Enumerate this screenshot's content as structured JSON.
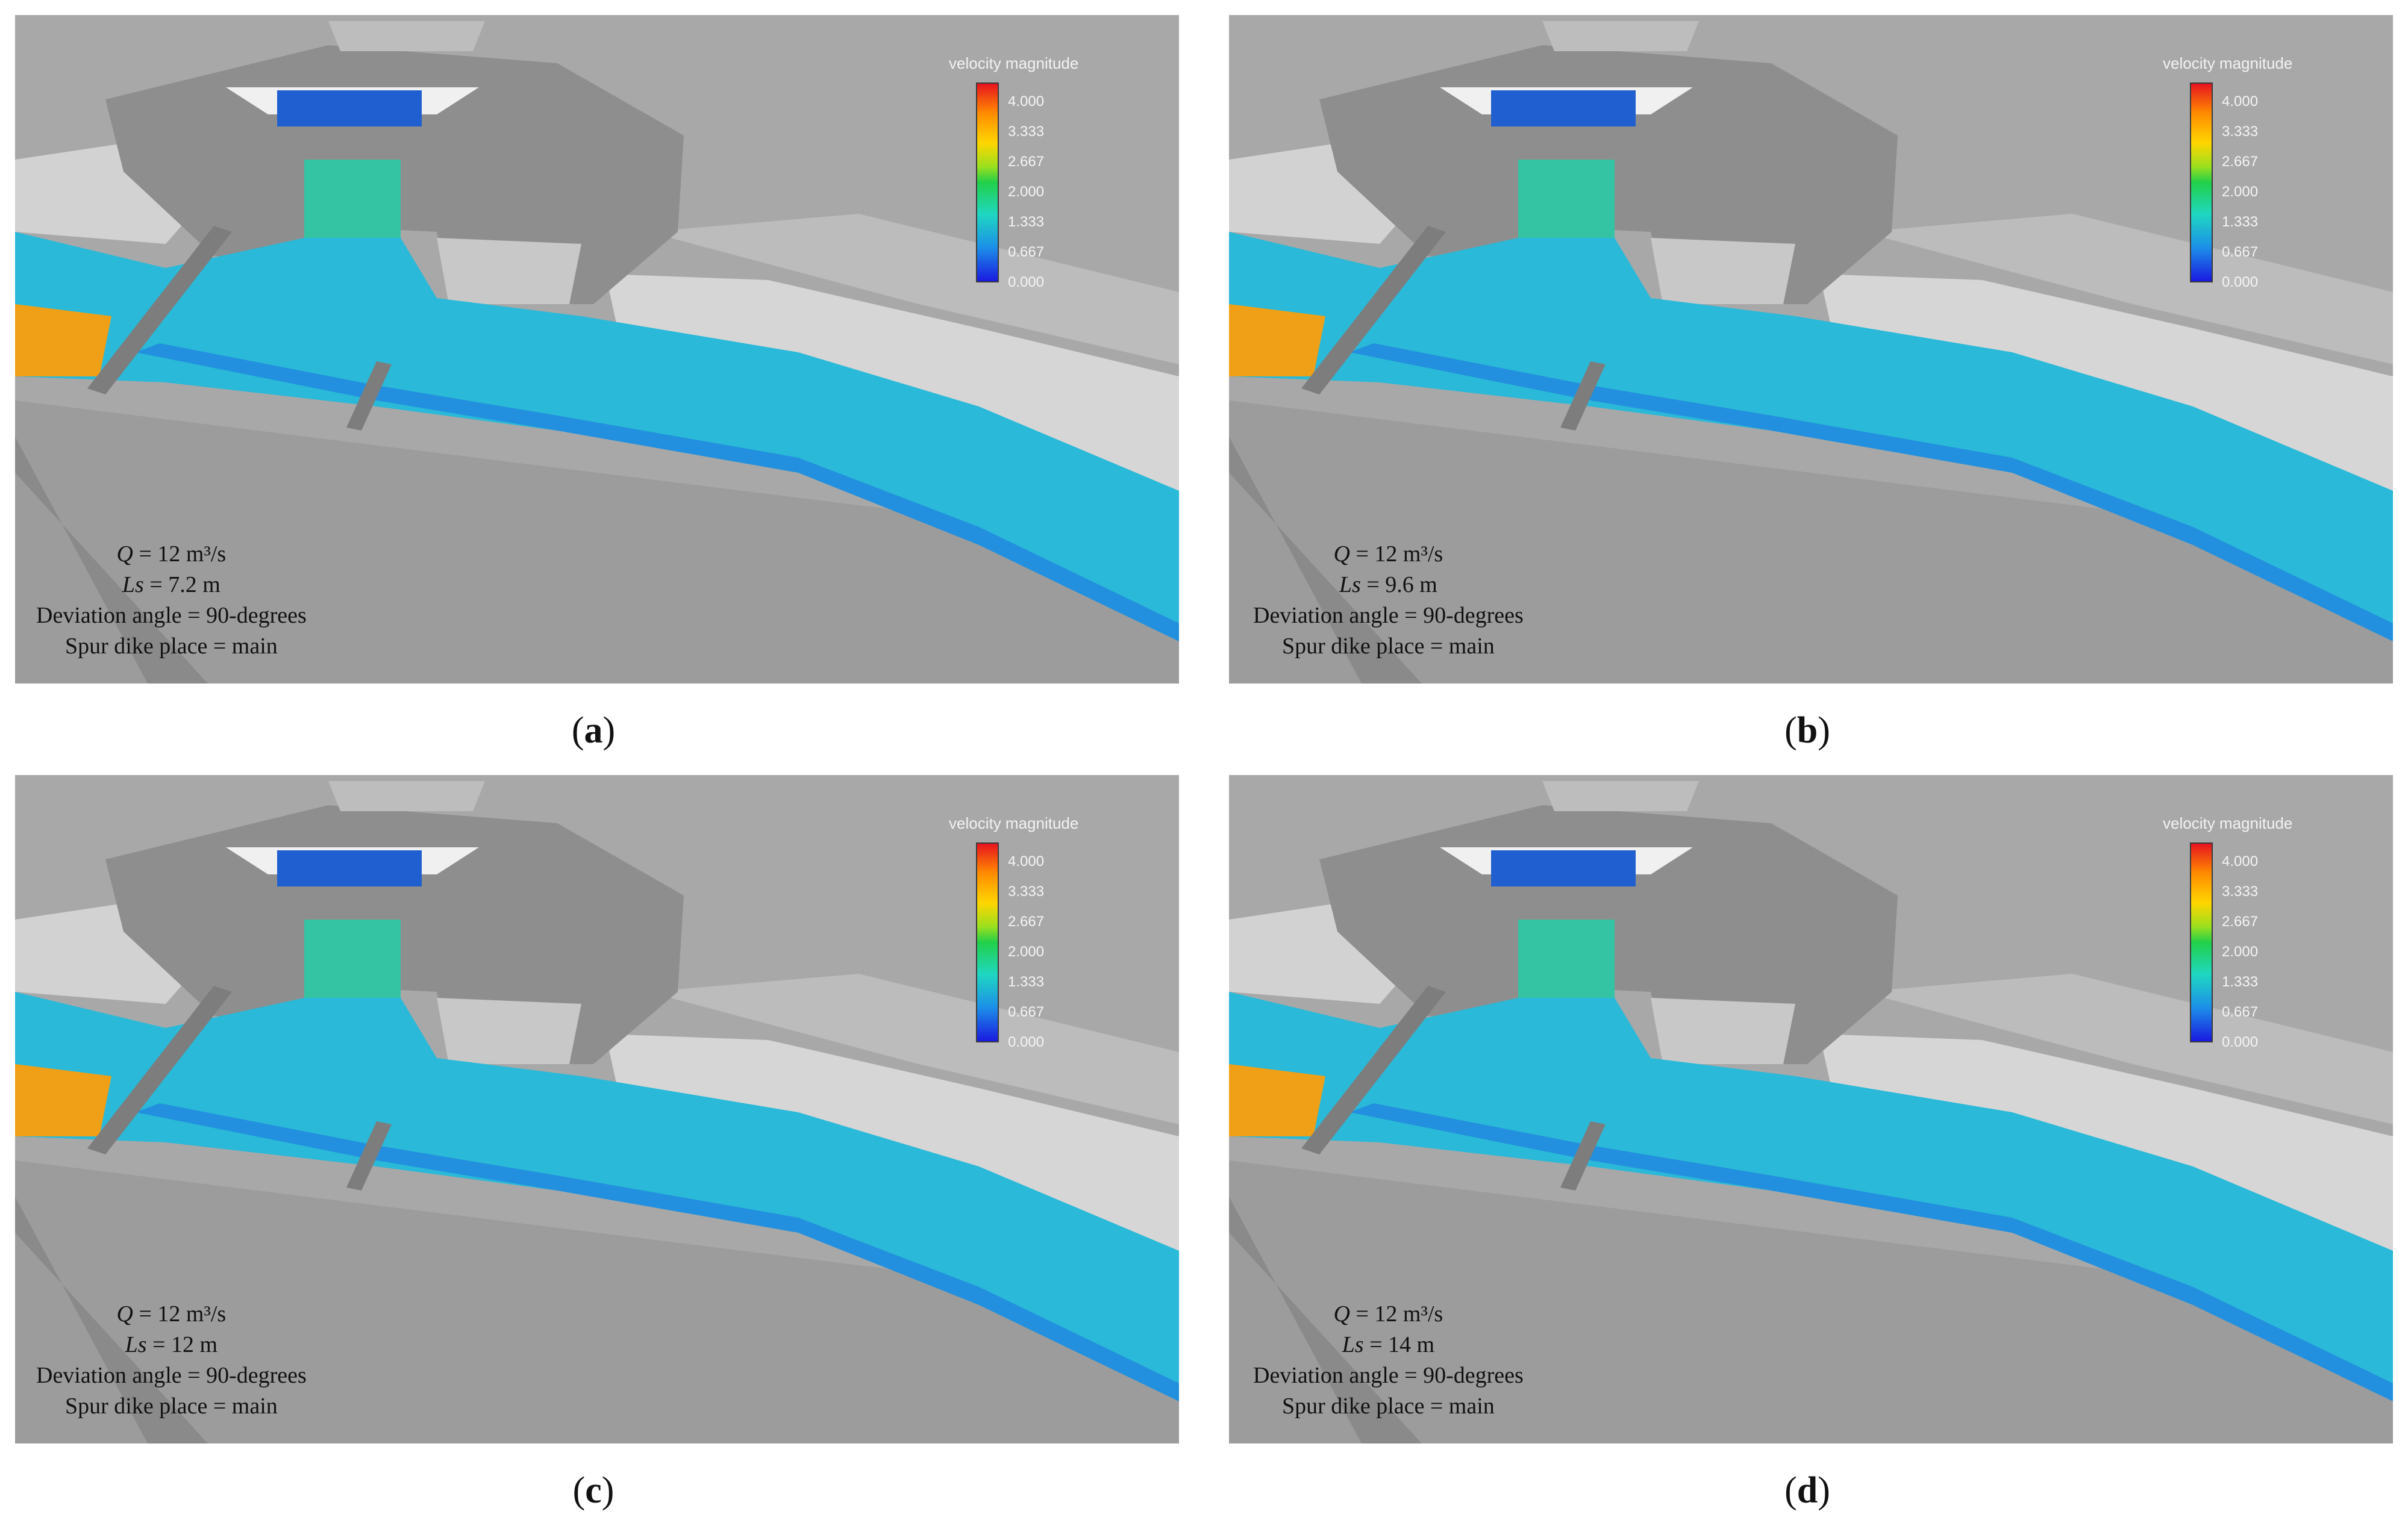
{
  "legend": {
    "title": "velocity magnitude",
    "ticks": [
      "4.000",
      "3.333",
      "2.667",
      "2.000",
      "1.333",
      "0.667",
      "0.000"
    ]
  },
  "colors": {
    "terrain": "#a9a9a9",
    "structure": "#8c8c8c",
    "bank_light": "#d8d8d8",
    "water_main": "#2bb7d6",
    "water_low": "#1a3ee0",
    "water_high": "#f0a016"
  },
  "panels": [
    {
      "id": "a",
      "caption_letter": "a",
      "q_label": "Q",
      "q_value": " = 12 m³/s",
      "ls_label": "Ls",
      "ls_value": " = 7.2 m",
      "deviation": "Deviation angle = 90-degrees",
      "dike": "Spur dike place = main"
    },
    {
      "id": "b",
      "caption_letter": "b",
      "q_label": "Q",
      "q_value": " = 12 m³/s",
      "ls_label": "Ls",
      "ls_value": " = 9.6 m",
      "deviation": "Deviation angle = 90-degrees",
      "dike": "Spur dike place = main"
    },
    {
      "id": "c",
      "caption_letter": "c",
      "q_label": "Q",
      "q_value": " = 12 m³/s",
      "ls_label": "Ls",
      "ls_value": " = 12 m",
      "deviation": "Deviation angle = 90-degrees",
      "dike": "Spur dike place = main"
    },
    {
      "id": "d",
      "caption_letter": "d",
      "q_label": "Q",
      "q_value": " = 12 m³/s",
      "ls_label": "Ls",
      "ls_value": " = 14 m",
      "deviation": "Deviation angle = 90-degrees",
      "dike": "Spur dike place = main"
    }
  ]
}
